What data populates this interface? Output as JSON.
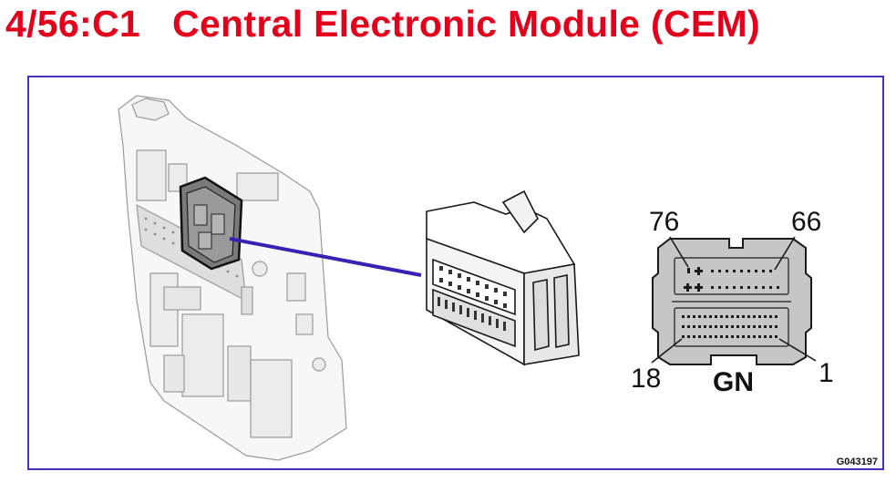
{
  "header": {
    "title": "4/56:C1   Central Electronic Module (CEM)"
  },
  "connector": {
    "pin_top_left": "76",
    "pin_top_right": "66",
    "pin_bottom_left": "18",
    "pin_bottom_right": "1",
    "color_code": "GN",
    "fill_color": "#c6c6c6",
    "stroke_color": "#1a1a1a"
  },
  "figure": {
    "reference": "G043197",
    "frame_color": "#4a2fbd",
    "leader_color": "#3a1fb5"
  }
}
